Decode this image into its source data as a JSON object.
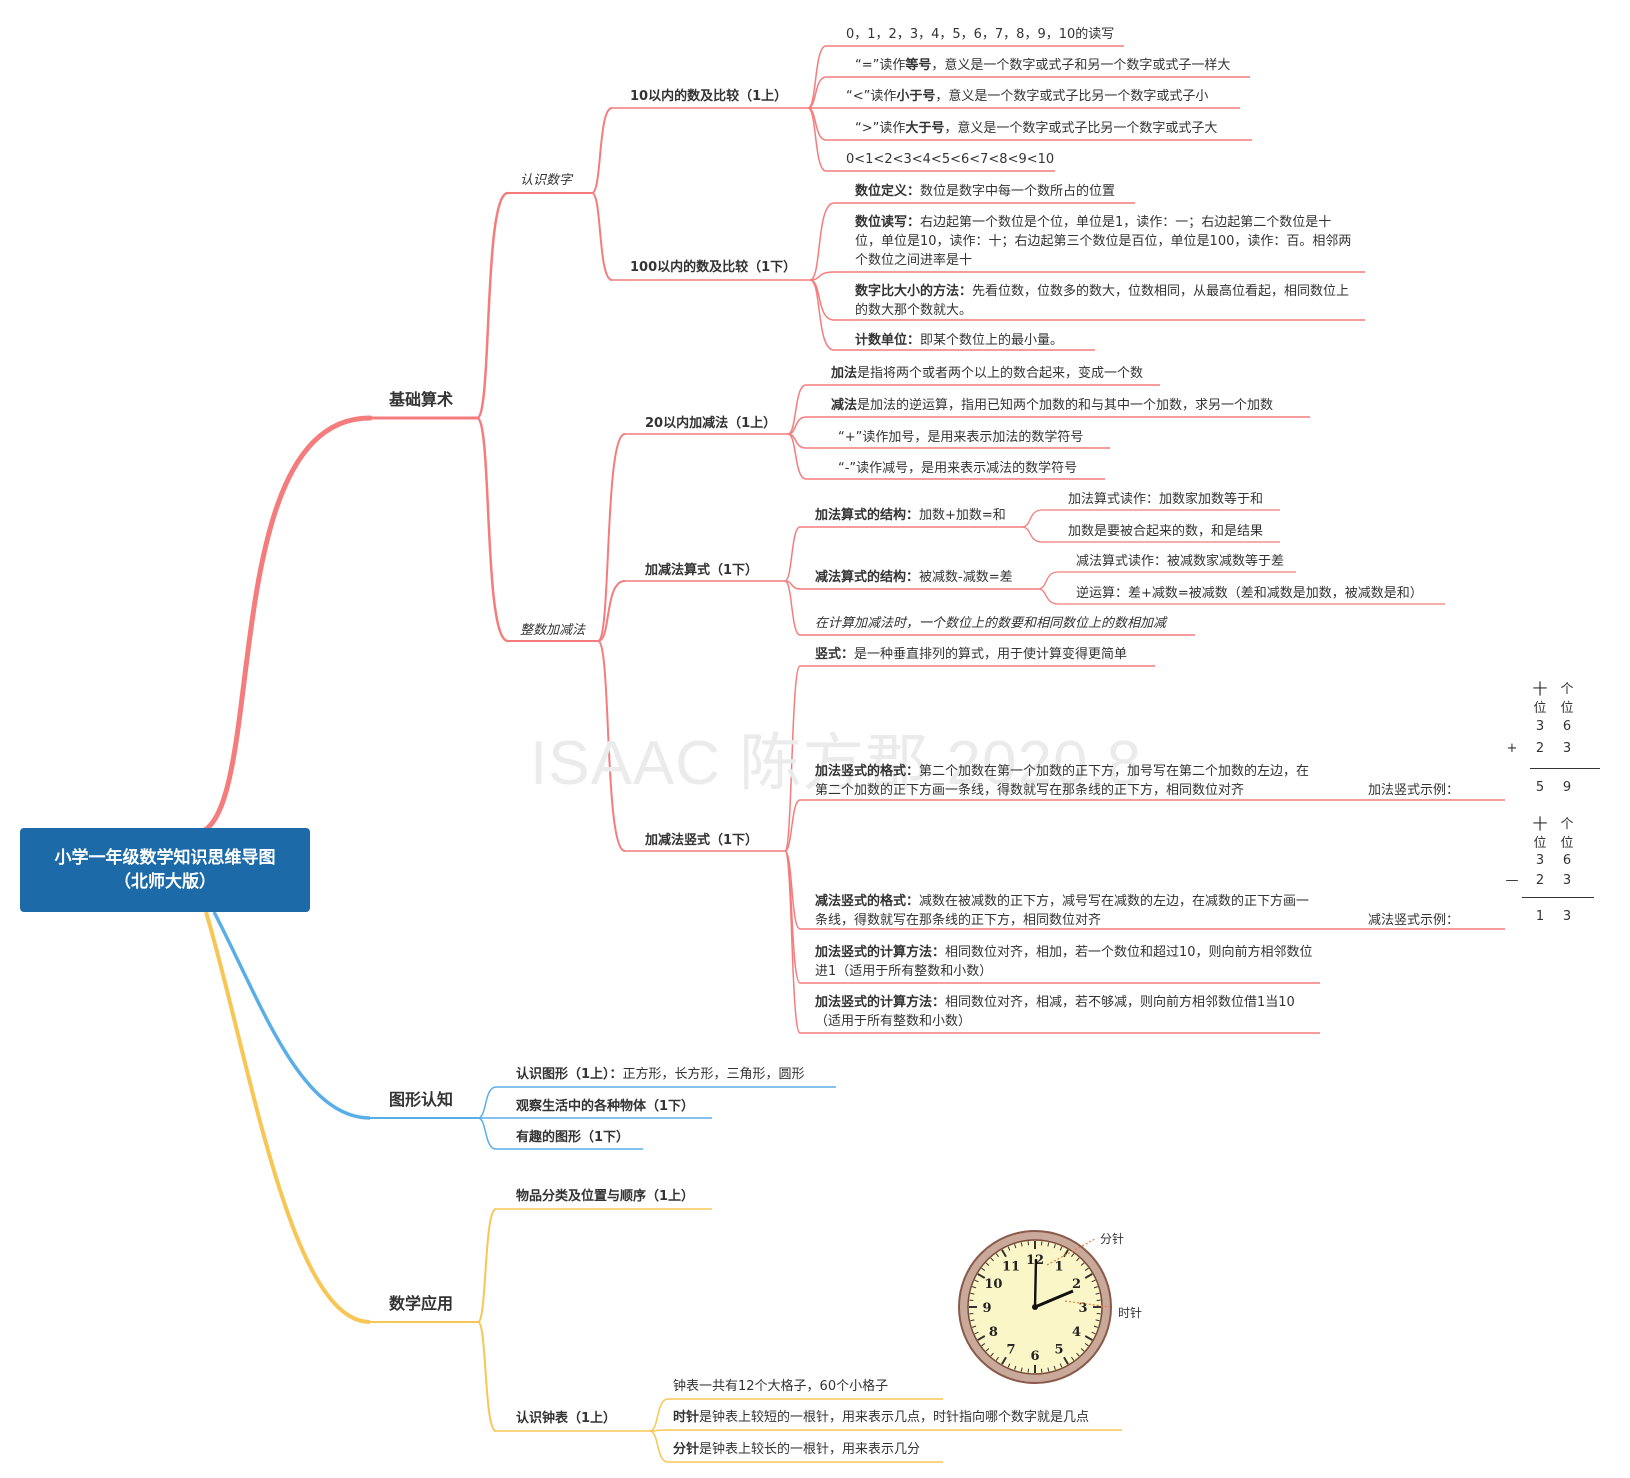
{
  "root": {
    "line1": "小学一年级数学知识思维导图",
    "line2": "（北师大版）"
  },
  "watermark": "ISAAC 陈方郡 2020.8",
  "colors": {
    "basic": "#f47c7c",
    "shape": "#5aaee8",
    "apply": "#f8c654",
    "root": "#1c6aa8"
  },
  "basic": {
    "label": "基础算术",
    "know": {
      "label": "认识数字",
      "within10": {
        "label": "10以内的数及比较（1上）",
        "items": [
          "0，1，2，3，4，5，6，7，8，9，10的读写",
          {
            "pre": "“=”读作",
            "bold": "等号",
            "post": "，意义是一个数字或式子和另一个数字或式子一样大"
          },
          {
            "pre": "“<”读作",
            "bold": "小于号",
            "post": "，意义是一个数字或式子比另一个数字或式子小"
          },
          {
            "pre": "“>”读作",
            "bold": "大于号",
            "post": "，意义是一个数字或式子比另一个数字或式子大"
          },
          "0<1<2<3<4<5<6<7<8<9<10"
        ]
      },
      "within100": {
        "label": "100以内的数及比较（1下）",
        "items": [
          {
            "bold": "数位定义：",
            "post": "数位是数字中每一个数所占的位置"
          },
          {
            "bold": "数位读写：",
            "post": "右边起第一个数位是个位，单位是1，读作：一；右边起第二个数位是十位，单位是10，读作：十；右边起第三个数位是百位，单位是100，读作：百。相邻两个数位之间进率是十"
          },
          {
            "bold": "数字比大小的方法：",
            "post": "先看位数，位数多的数大，位数相同，从最高位看起，相同数位上的数大那个数就大。"
          },
          {
            "bold": "计数单位：",
            "post": "即某个数位上的最小量。"
          }
        ]
      }
    },
    "integer": {
      "label": "整数加减法",
      "within20": {
        "label": "20以内加减法（1上）",
        "items": [
          {
            "bold": "加法",
            "post": "是指将两个或者两个以上的数合起来，变成一个数"
          },
          {
            "bold": "减法",
            "post": "是加法的逆运算，指用已知两个加数的和与其中一个加数，求另一个加数"
          },
          "“+”读作加号，是用来表示加法的数学符号",
          "“-”读作减号，是用来表示减法的数学符号"
        ]
      },
      "formula": {
        "label": "加减法算式（1下）",
        "add": {
          "bold": "加法算式的结构：",
          "post": "加数+加数=和",
          "children": [
            "加法算式读作：加数家加数等于和",
            "加数是要被合起来的数，和是结果"
          ]
        },
        "sub": {
          "bold": "减法算式的结构：",
          "post": "被减数-减数=差",
          "children": [
            "减法算式读作：被减数家减数等于差",
            "逆运算：差+减数=被减数（差和减数是加数，被减数是和）"
          ]
        },
        "note": "在计算加减法时，一个数位上的数要和相同数位上的数相加减"
      },
      "vertical": {
        "label": "加减法竖式（1下）",
        "def": {
          "bold": "竖式：",
          "post": "是一种垂直排列的算式，用于使计算变得更简单"
        },
        "addfmt": {
          "bold": "加法竖式的格式：",
          "post": "第二个加数在第一个加数的正下方，加号写在第二个加数的左边，在第二个加数的正下方画一条线，得数就写在那条线的正下方，相同数位对齐",
          "example_label": "加法竖式示例："
        },
        "subfmt": {
          "bold": "减法竖式的格式：",
          "post": "减数在被减数的正下方，减号写在减数的左边，在减数的正下方画一条线，得数就写在那条线的正下方，相同数位对齐",
          "example_label": "减法竖式示例："
        },
        "addcalc": {
          "bold": "加法竖式的计算方法：",
          "post": "相同数位对齐，相加，若一个数位和超过10，则向前方相邻数位进1（适用于所有整数和小数）"
        },
        "subcalc": {
          "bold": "加法竖式的计算方法：",
          "post": "相同数位对齐，相减，若不够减，则向前方相邻数位借1当10（适用于所有整数和小数）"
        },
        "add_example": {
          "head_ten": "十",
          "head_one": "个",
          "head_sub": "位",
          "r1": [
            "3",
            "6"
          ],
          "op": "+",
          "r2": [
            "2",
            "3"
          ],
          "res": [
            "5",
            "9"
          ]
        },
        "sub_example": {
          "head_ten": "十",
          "head_one": "个",
          "head_sub": "位",
          "r1": [
            "3",
            "6"
          ],
          "op": "—",
          "r2": [
            "2",
            "3"
          ],
          "res": [
            "1",
            "3"
          ]
        }
      }
    }
  },
  "shape": {
    "label": "图形认知",
    "items": [
      {
        "bold": "认识图形（1上）：",
        "post": "正方形，长方形，三角形，圆形"
      },
      {
        "bold": "观察生活中的各种物体（1下）",
        "post": ""
      },
      {
        "bold": "有趣的图形（1下）",
        "post": ""
      }
    ]
  },
  "apply": {
    "label": "数学应用",
    "sort": "物品分类及位置与顺序（1上）",
    "clock": {
      "label": "认识钟表（1上）",
      "items": [
        {
          "bold": "",
          "post": "钟表一共有12个大格子，60个小格子"
        },
        {
          "bold": "时针",
          "post": "是钟表上较短的一根针，用来表示几点，时针指向哪个数字就是几点"
        },
        {
          "bold": "分针",
          "post": "是钟表上较长的一根针，用来表示几分"
        }
      ],
      "minute_label": "分针",
      "hour_label": "时针",
      "numerals": [
        "12",
        "1",
        "2",
        "3",
        "4",
        "5",
        "6",
        "7",
        "8",
        "9",
        "10",
        "11"
      ]
    }
  }
}
